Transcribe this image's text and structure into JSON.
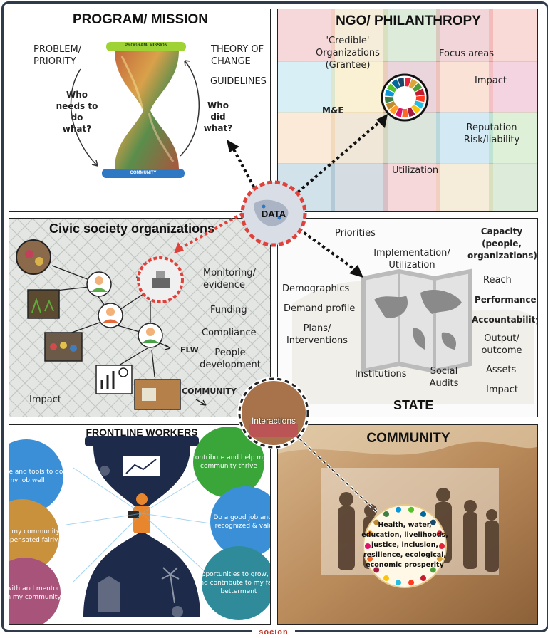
{
  "program_mission": {
    "title": "PROGRAM/ MISSION",
    "problem_priority": "PROBLEM/\nPRIORITY",
    "theory_of_change": "THEORY OF\nCHANGE",
    "guidelines": "GUIDELINES",
    "who_needs": "Who\nneeds to\ndo\nwhat?",
    "who_did": "Who\ndid\nwhat?",
    "hourglass_top": "PROGRAM/ MISSION",
    "hourglass_bottom": "COMMUNITY"
  },
  "ngo": {
    "title": "NGO/ PHILANTHROPY",
    "credible": "'Credible'\nOrganizations\n(Grantee)",
    "focus_areas": "Focus areas",
    "impact": "Impact",
    "me": "M&E",
    "reputation": "Reputation\nRisk/liability",
    "utilization": "Utilization"
  },
  "center": {
    "data": "DATA",
    "interactions": "Interactions"
  },
  "civic": {
    "title": "Civic society organizations",
    "monitoring": "Monitoring/\nevidence",
    "funding": "Funding",
    "compliance": "Compliance",
    "people_development": "People\ndevelopment",
    "flw": "FLW",
    "community": "COMMUNITY",
    "impact": "Impact"
  },
  "state": {
    "title": "STATE",
    "priorities": "Priorities",
    "implementation": "Implementation/\nUtilization",
    "capacity": "Capacity\n(people,\norganizations)",
    "reach": "Reach",
    "performance": "Performance",
    "accountability": "Accountability",
    "demographics": "Demographics",
    "demand_profile": "Demand profile",
    "plans": "Plans/\nInterventions",
    "output": "Output/\noutcome",
    "assets": "Assets",
    "institutions": "Institutions",
    "social_audits": "Social\nAudits",
    "impact": "Impact"
  },
  "frontline": {
    "title": "FRONTLINE WORKERS",
    "bubbles": [
      "wledge and tools to do\nmy job well",
      "k within my community\nbe compensated fairly",
      "Vork with and mentor\nhers in my community",
      "Contribute and help my\ncommunity thrive",
      "Do a good job and b\nrecognized & value",
      "Opportunities to grow, ear\nand contribute to my famil\nbetterment"
    ]
  },
  "community": {
    "title": "COMMUNITY",
    "circle_text": "Health, water,\neducation, livelihoods,\njustice, inclusion,\nresilience, ecological,\neconomic prosperity"
  },
  "footer": {
    "brand": "socion"
  },
  "colors": {
    "frame": "#2f3a4a",
    "red_dashed": "#e0413b",
    "sdg": [
      "#e5243b",
      "#dda63a",
      "#4c9f38",
      "#c5192d",
      "#ff3a21",
      "#26bde2",
      "#fcc30b",
      "#a21942",
      "#fd6925",
      "#dd1367",
      "#fd9d24",
      "#bf8b2e",
      "#3f7e44",
      "#0a97d9",
      "#56c02b",
      "#00689d",
      "#19486a"
    ],
    "bubble_left": [
      "#3b8fd6",
      "#c9913c",
      "#a8547a"
    ],
    "bubble_right": [
      "#3aa63a",
      "#3b8fd6",
      "#2f8b9a"
    ]
  }
}
